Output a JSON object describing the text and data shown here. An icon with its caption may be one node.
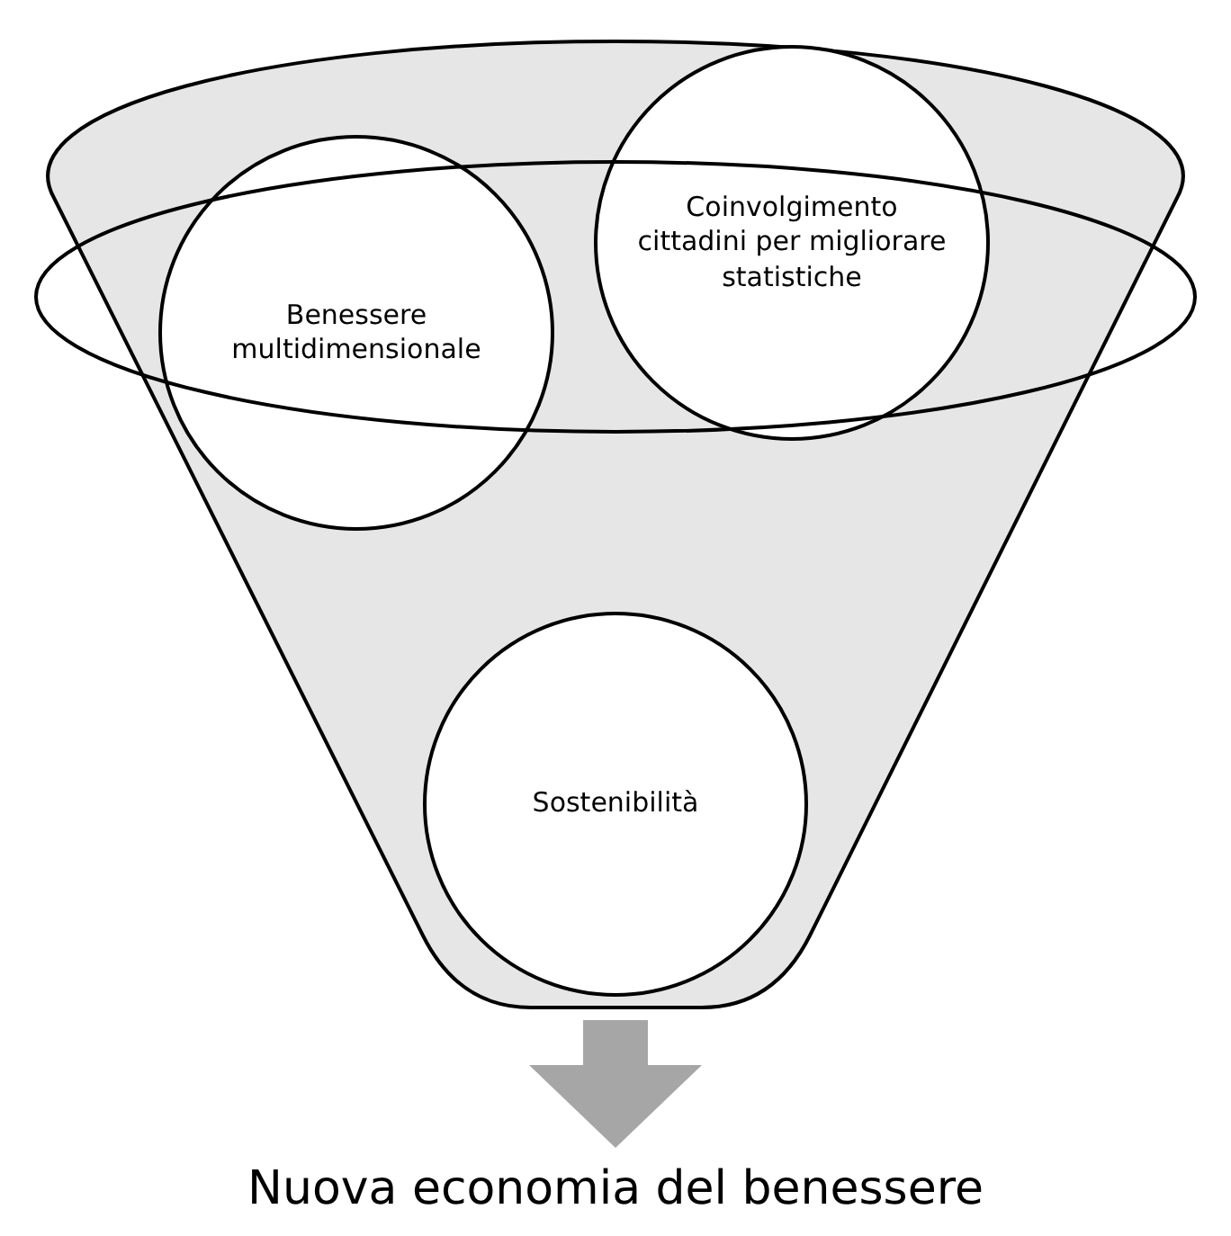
{
  "diagram": {
    "nodes": [
      {
        "text": [],
        "shape": "funnel"
      },
      {
        "text": [
          "Benessere multidimensionale"
        ],
        "in": 0
      },
      {
        "text": [
          "Coinvolgimento cittadini per migliorare statistiche"
        ],
        "in": 0
      },
      {
        "text": [
          "Sostenibilità"
        ],
        "in": 0
      },
      {
        "text": [
          "Nuova economia del benessere"
        ]
      }
    ],
    "edges": [
      {
        "from": 0,
        "to": 4,
        "arrow": "to"
      }
    ]
  }
}
